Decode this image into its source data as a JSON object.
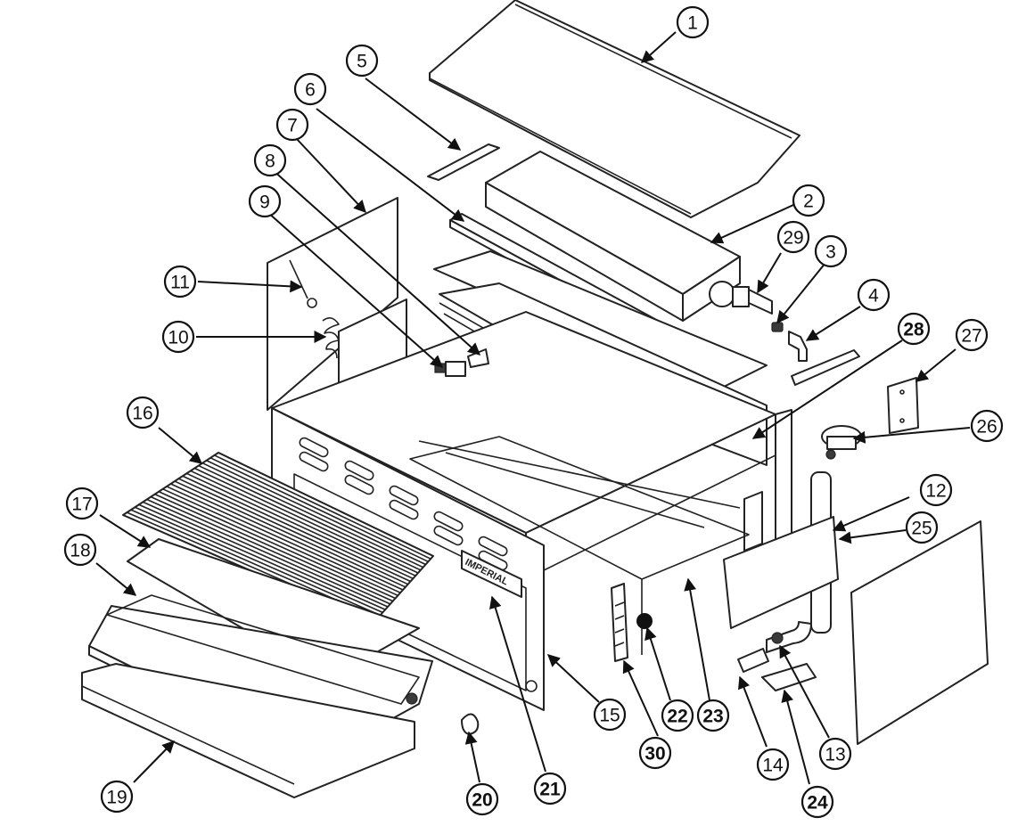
{
  "diagram": {
    "brand_label": "IMPERIAL",
    "callouts": [
      {
        "id": "1"
      },
      {
        "id": "2"
      },
      {
        "id": "3"
      },
      {
        "id": "4"
      },
      {
        "id": "5"
      },
      {
        "id": "6"
      },
      {
        "id": "7"
      },
      {
        "id": "8"
      },
      {
        "id": "9"
      },
      {
        "id": "10"
      },
      {
        "id": "11"
      },
      {
        "id": "12"
      },
      {
        "id": "13"
      },
      {
        "id": "14"
      },
      {
        "id": "15"
      },
      {
        "id": "16"
      },
      {
        "id": "17"
      },
      {
        "id": "18"
      },
      {
        "id": "19"
      },
      {
        "id": "20"
      },
      {
        "id": "21"
      },
      {
        "id": "22"
      },
      {
        "id": "23"
      },
      {
        "id": "24"
      },
      {
        "id": "25"
      },
      {
        "id": "26"
      },
      {
        "id": "27"
      },
      {
        "id": "28"
      },
      {
        "id": "29"
      },
      {
        "id": "30"
      }
    ]
  }
}
